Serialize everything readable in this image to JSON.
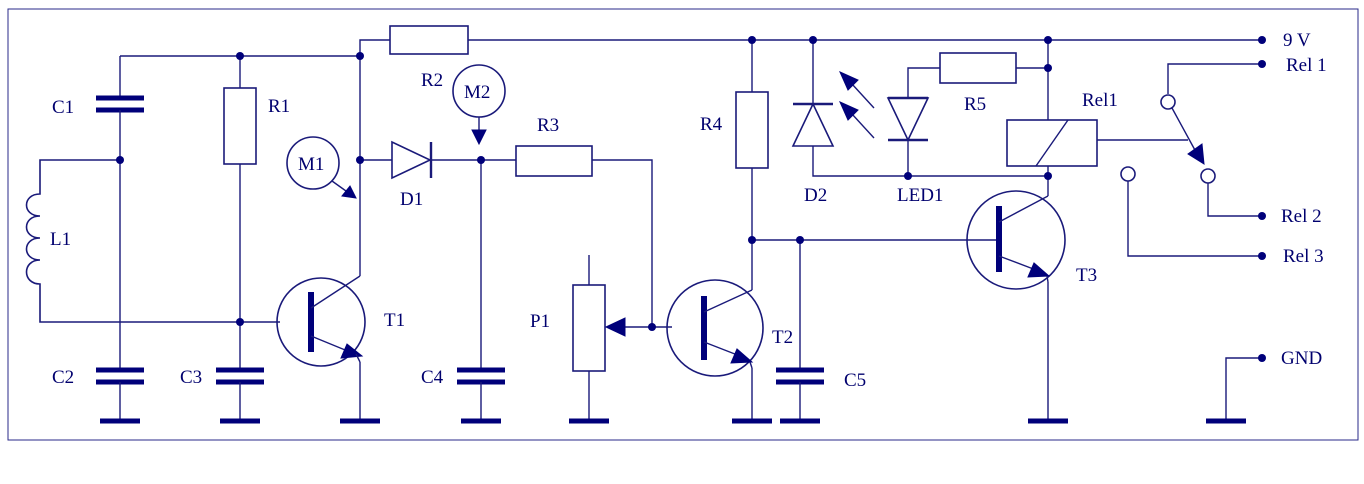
{
  "components": {
    "c1": "C1",
    "c2": "C2",
    "c3": "C3",
    "c4": "C4",
    "c5": "C5",
    "l1": "L1",
    "r1": "R1",
    "r2": "R2",
    "r3": "R3",
    "r4": "R4",
    "r5": "R5",
    "m1": "M1",
    "m2": "M2",
    "d1": "D1",
    "d2": "D2",
    "led1": "LED1",
    "t1": "T1",
    "t2": "T2",
    "t3": "T3",
    "p1": "P1",
    "rel1": "Rel1"
  },
  "terminals": {
    "supply": "9 V",
    "rel1": "Rel 1",
    "rel2": "Rel 2",
    "rel3": "Rel 3",
    "gnd": "GND"
  },
  "colors": {
    "ink": "#00007a",
    "wire": "#1a1a7a",
    "background": "#ffffff"
  }
}
